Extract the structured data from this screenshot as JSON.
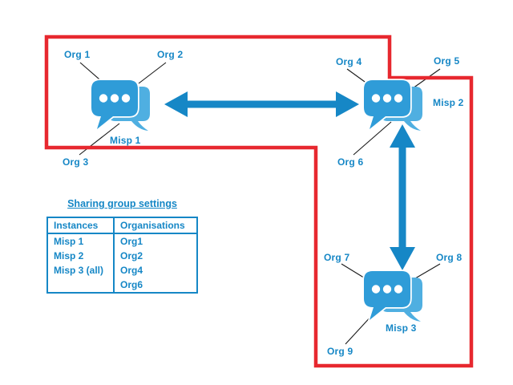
{
  "diagram": {
    "description": "MISP instances sharing group diagram",
    "colors": {
      "accent_blue": "#1687c6",
      "icon_front_blue": "#2f9cd8",
      "icon_back_blue": "#4fafe1",
      "boundary_red": "#e7282f",
      "connector_black": "#1a1a1a"
    },
    "nodes": {
      "misp1": {
        "label": "Misp 1"
      },
      "misp2": {
        "label": "Misp 2"
      },
      "misp3": {
        "label": "Misp 3"
      }
    },
    "orgs": {
      "org1": "Org 1",
      "org2": "Org 2",
      "org3": "Org 3",
      "org4": "Org 4",
      "org5": "Org 5",
      "org6": "Org 6",
      "org7": "Org 7",
      "org8": "Org 8",
      "org9": "Org 9"
    },
    "connections": [
      "Misp 1 <-> Misp 2",
      "Misp 2 <-> Misp 3"
    ]
  },
  "table": {
    "title": "Sharing group settings",
    "headers": {
      "instances": "Instances",
      "organisations": "Organisations"
    },
    "instances": [
      "Misp 1",
      "Misp 2",
      "Misp 3 (all)"
    ],
    "organisations": [
      "Org1",
      "Org2",
      "Org4",
      "Org6"
    ]
  }
}
